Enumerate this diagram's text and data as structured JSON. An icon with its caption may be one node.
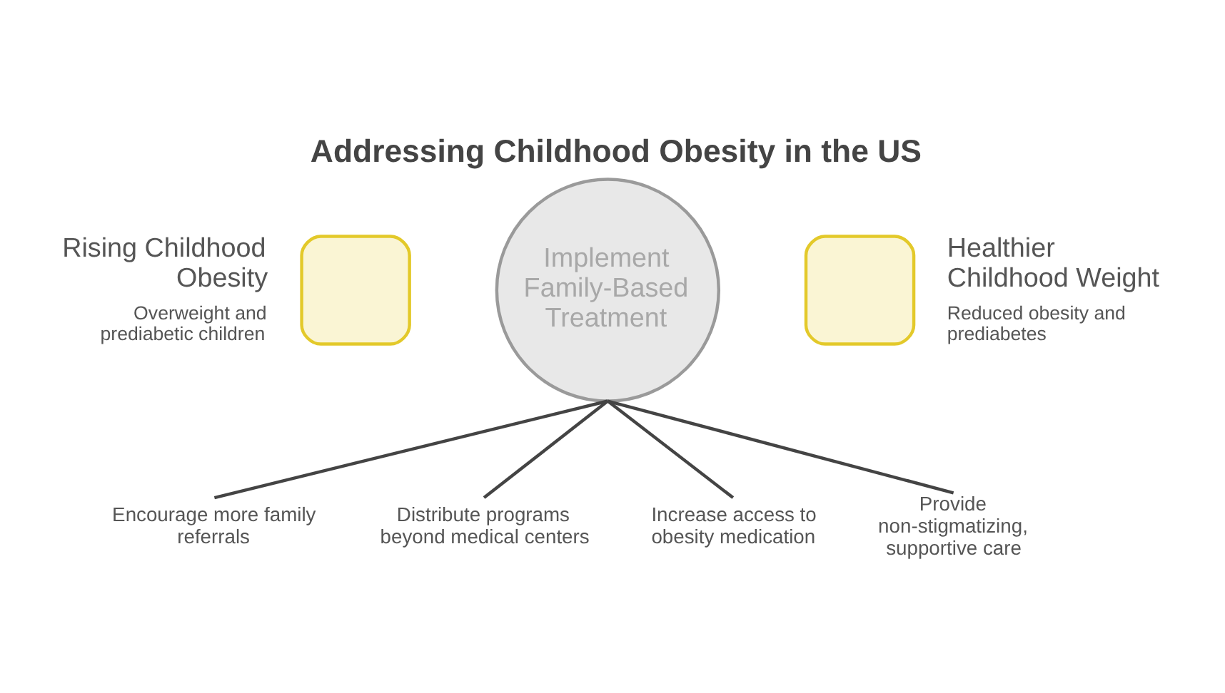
{
  "diagram": {
    "title": "Addressing Childhood Obesity in the US",
    "nodes": [
      {
        "text": [
          "Rising Childhood Obesity",
          "Overweight and prediabetic children"
        ]
      },
      {
        "text": [
          "Implement Family-Based Treatment"
        ]
      },
      {
        "text": [
          "Healthier Childhood Weight",
          "Reduced obesity and prediabetes"
        ]
      },
      {
        "text": [
          "Encourage more family referrals"
        ]
      },
      {
        "text": [
          "Distribute programs beyond medical centers"
        ]
      },
      {
        "text": [
          "Increase access to obesity medication"
        ]
      },
      {
        "text": [
          "Provide non-stigmatizing, supportive care"
        ]
      }
    ],
    "edges": [
      {
        "from": 1,
        "to": 3,
        "arrow": "none"
      },
      {
        "from": 1,
        "to": 4,
        "arrow": "none"
      },
      {
        "from": 1,
        "to": 5,
        "arrow": "none"
      },
      {
        "from": 1,
        "to": 6,
        "arrow": "none"
      }
    ]
  }
}
